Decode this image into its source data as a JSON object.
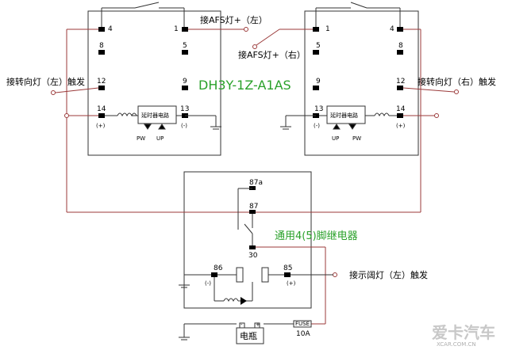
{
  "colors": {
    "wire": "#9b3a3a",
    "box": "#333333",
    "ground": "#333333",
    "model": "#2aa12a",
    "note": "#2aa12a"
  },
  "model_label": "DH3Y-1Z-A1AS",
  "left_relay": {
    "pins": {
      "p1": "1",
      "p4": "4",
      "p5": "5",
      "p8": "8",
      "p9": "9",
      "p12": "12",
      "p13": "13",
      "p14": "14"
    },
    "minus": "(-)",
    "plus": "(+)",
    "timer": "延时器电路",
    "pw": "PW",
    "up": "UP"
  },
  "right_relay": {
    "pins": {
      "p1": "1",
      "p4": "4",
      "p5": "5",
      "p8": "8",
      "p9": "9",
      "p12": "12",
      "p13": "13",
      "p14": "14"
    },
    "minus": "(-)",
    "plus": "(+)",
    "timer": "延时器电路",
    "pw": "PW",
    "up": "UP"
  },
  "labels": {
    "afs_left": "接AFS灯+（左）",
    "afs_right": "接AFS灯+（右）",
    "turn_left": "接转向灯（左）触发",
    "turn_right": "接转向灯（右）触发",
    "width_left": "接示阔灯（左）触发",
    "relay_note": "通用4(5)脚继电器"
  },
  "bottom_relay": {
    "pins": {
      "p87a": "87a",
      "p87": "87",
      "p30": "30",
      "p86": "86",
      "p85": "85"
    },
    "minus": "(-)",
    "plus": "(+)"
  },
  "battery": {
    "label": "电瓶",
    "minus": "-",
    "plus": "+"
  },
  "fuse": {
    "label": "FUSE",
    "rating": "10A"
  },
  "watermark": {
    "brand": "爱卡汽车",
    "url": "XCAR.COM.CN"
  }
}
